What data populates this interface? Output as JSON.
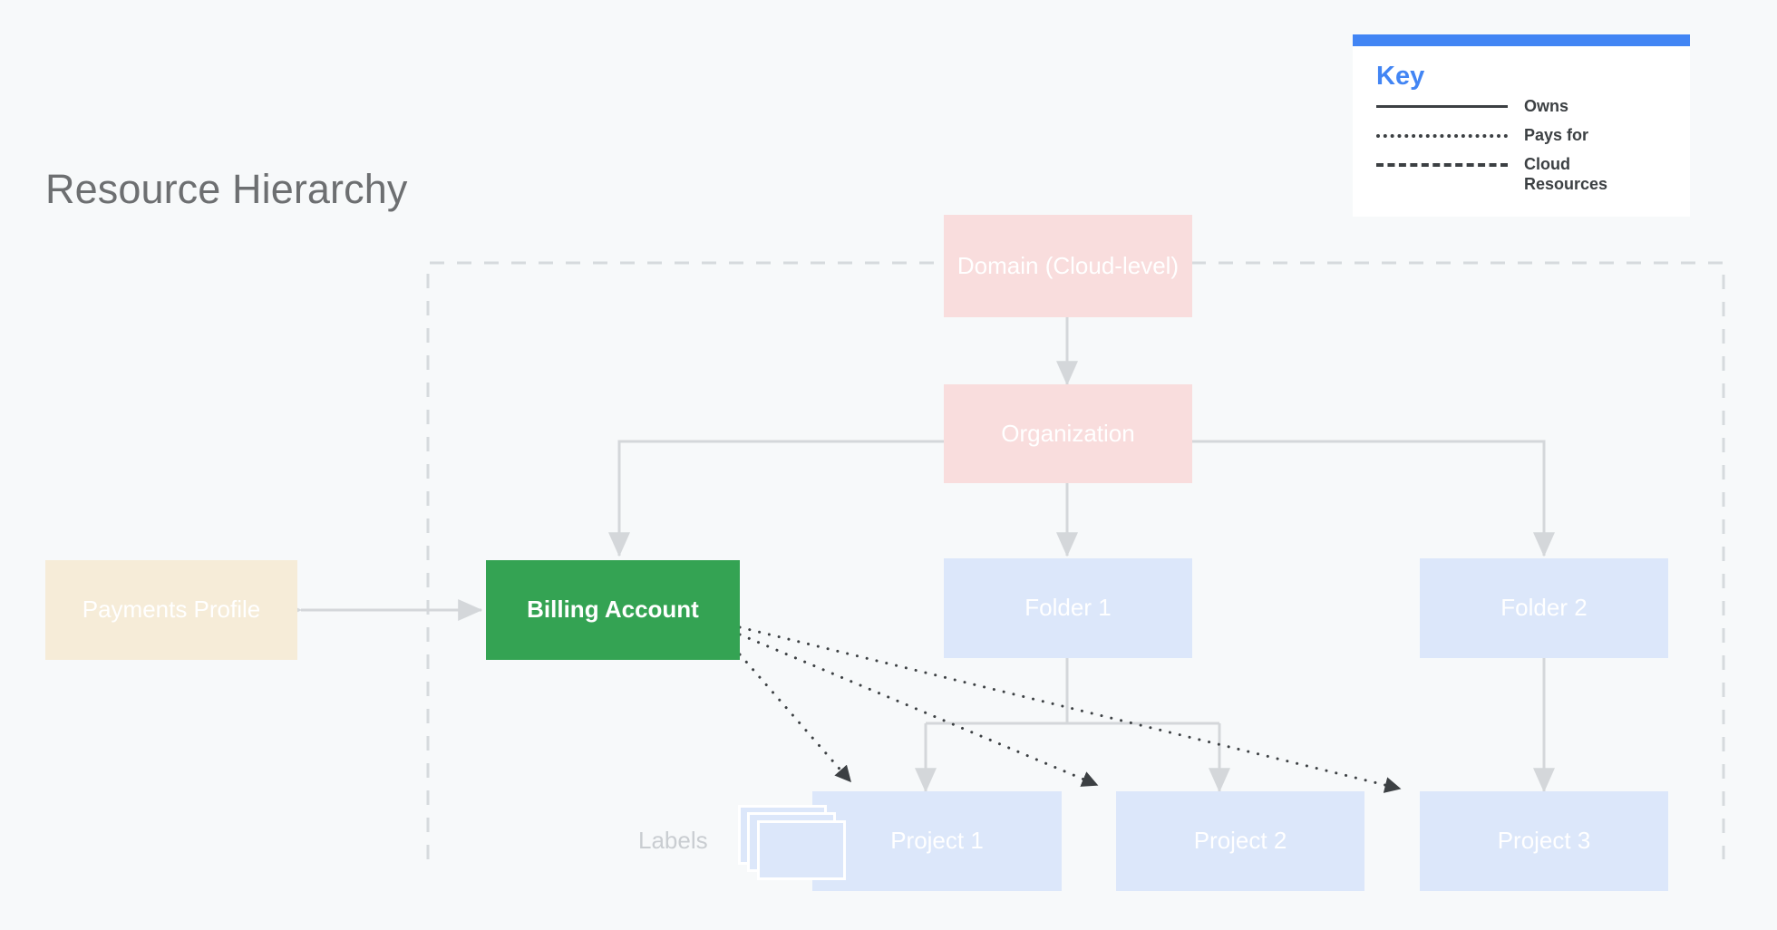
{
  "diagram": {
    "title": "Resource Hierarchy",
    "background_color": "#f7f9fa",
    "title_color": "#6d6f71"
  },
  "key": {
    "title": "Key",
    "accent_color": "#4285f4",
    "entries": [
      {
        "style": "solid",
        "label": "Owns"
      },
      {
        "style": "dotted",
        "label": "Pays for"
      },
      {
        "style": "dashed",
        "label": "Cloud Resources"
      }
    ]
  },
  "nodes": {
    "domain": {
      "label": "Domain (Cloud-level)",
      "color": "#f9dddd"
    },
    "organization": {
      "label": "Organization",
      "color": "#f9dddd"
    },
    "payments_profile": {
      "label": "Payments Profile",
      "color": "#f6ecd8"
    },
    "billing_account": {
      "label": "Billing Account",
      "color": "#34a353"
    },
    "folder1": {
      "label": "Folder 1",
      "color": "#dce7fa"
    },
    "folder2": {
      "label": "Folder 2",
      "color": "#dce7fa"
    },
    "project1": {
      "label": "Project 1",
      "color": "#dce7fa"
    },
    "project2": {
      "label": "Project 2",
      "color": "#dce7fa"
    },
    "project3": {
      "label": "Project 3",
      "color": "#dce7fa"
    },
    "labels": {
      "label": "Labels",
      "color": "#dce7fa"
    }
  },
  "edges": [
    {
      "from": "domain",
      "to": "organization",
      "style": "solid",
      "direction": "both",
      "relation": "Owns"
    },
    {
      "from": "organization",
      "to": "billing_account",
      "style": "solid",
      "direction": "to",
      "relation": "Owns"
    },
    {
      "from": "organization",
      "to": "folder1",
      "style": "solid",
      "direction": "to",
      "relation": "Owns"
    },
    {
      "from": "organization",
      "to": "folder2",
      "style": "solid",
      "direction": "to",
      "relation": "Owns"
    },
    {
      "from": "payments_profile",
      "to": "billing_account",
      "style": "solid",
      "direction": "both",
      "relation": "Owns"
    },
    {
      "from": "folder1",
      "to": "project1",
      "style": "solid",
      "direction": "to",
      "relation": "Owns"
    },
    {
      "from": "folder1",
      "to": "project2",
      "style": "solid",
      "direction": "to",
      "relation": "Owns"
    },
    {
      "from": "folder2",
      "to": "project3",
      "style": "solid",
      "direction": "to",
      "relation": "Owns"
    },
    {
      "from": "billing_account",
      "to": "project1",
      "style": "dotted",
      "direction": "to",
      "relation": "Pays for"
    },
    {
      "from": "billing_account",
      "to": "project2",
      "style": "dotted",
      "direction": "to",
      "relation": "Pays for"
    },
    {
      "from": "billing_account",
      "to": "project3",
      "style": "dotted",
      "direction": "to",
      "relation": "Pays for"
    }
  ],
  "cloud_resources_boundary": {
    "style": "dashed",
    "relation": "Cloud Resources",
    "color": "#d6dadd"
  }
}
